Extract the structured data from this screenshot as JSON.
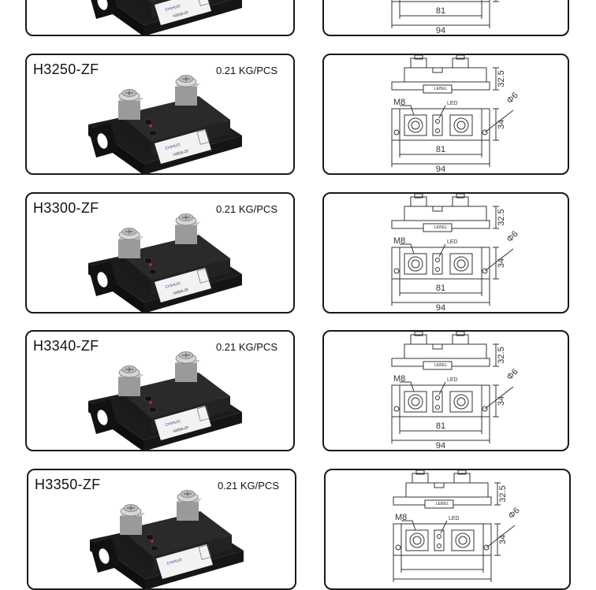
{
  "items": [
    {
      "model": "",
      "weight": "",
      "module_label": "H3200-ZF",
      "dims": {
        "height": "",
        "m8": "",
        "led": "",
        "phi": "",
        "w34": "",
        "w81": "81",
        "w94": "94",
        "lebel": ""
      }
    },
    {
      "model": "H3250-ZF",
      "weight": "0.21 KG/PCS",
      "module_label": "H3250-ZF",
      "dims": {
        "height": "32.5",
        "m8": "M8",
        "led": "LED",
        "phi": "Φ6",
        "w34": "34",
        "w81": "81",
        "w94": "94",
        "lebel": "LEBEL"
      }
    },
    {
      "model": "H3300-ZF",
      "weight": "0.21 KG/PCS",
      "module_label": "H3300-ZF",
      "dims": {
        "height": "32.5",
        "m8": "M8",
        "led": "LED",
        "phi": "Φ6",
        "w34": "34",
        "w81": "81",
        "w94": "94",
        "lebel": "LEBEL"
      }
    },
    {
      "model": "H3340-ZF",
      "weight": "0.21 KG/PCS",
      "module_label": "H3300-ZF",
      "dims": {
        "height": "32.5",
        "m8": "M8",
        "led": "LED",
        "phi": "Φ6",
        "w34": "34",
        "w81": "81",
        "w94": "94",
        "lebel": "LEBEL"
      }
    },
    {
      "model": "H3350-ZF",
      "weight": "0.21 KG/PCS",
      "module_label": "",
      "dims": {
        "height": "32.5",
        "m8": "M8",
        "led": "LED",
        "phi": "Φ6",
        "w34": "34",
        "w81": "",
        "w94": "",
        "lebel": "LEBEL"
      }
    }
  ]
}
